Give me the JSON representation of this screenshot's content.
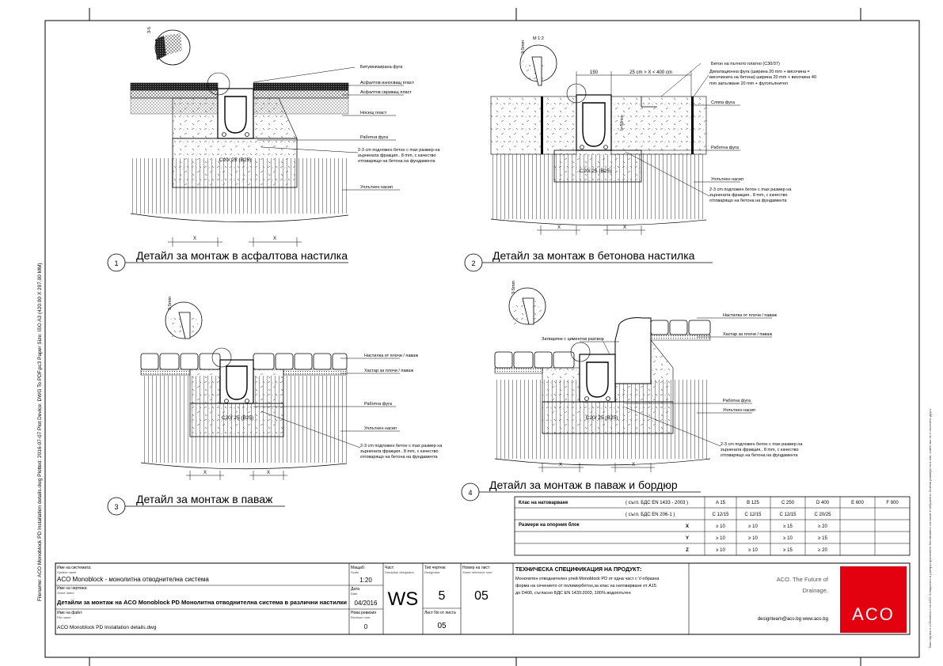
{
  "side_left": "Filename: ACO Monoblock PD Installation details.dwg   Plotted: 2016-07-07   Plot Device: DWG To PDF.pc3   Paper Size: ISO A3 (420.00 X 297.00 MM)",
  "side_right": "Това чертеж е собственост на АКО. Копирането и разпространението без писмено съгласие е забранено. Всички размери са в mm, освен ако не е посочено друго.",
  "details": [
    {
      "num": "1",
      "title": "Детайл за монтаж в асфалтова настилка",
      "concrete": "C20/ 25 (B25)",
      "scale": "3-5",
      "labels": {
        "bitumen": "Битумнизирана фуга",
        "wear": "Асфалтов износващ пласт",
        "bind": "Асфалтов сврзващ пласт",
        "base": "Носещ пласт",
        "joint": "Работна фуга",
        "bed": "2-3 cm подложен бетон с max размер на зърнената фракция.. 8 mm, с качество отговарящо на бетона на фундамента",
        "fill": "Уплътнен насип"
      }
    },
    {
      "num": "2",
      "title": "Детайл за монтаж в бетонова настилка",
      "concrete": "C20/ 25 (B25)",
      "scale": "3-5mm",
      "scale_m": "M 1:2",
      "dim_150": "150",
      "dim_range": "25 cm >  X  < 400 cm",
      "dim_height": "h=50mm",
      "labels": {
        "slab": "Бетон на пътното платно (C30/37)",
        "dil": "Дилатационна фуга (ширина 20 mm + височина = височината на бетона) ширина 20 mm + височина 40 mm запълване 20 mm + фугопълнител",
        "dummy": "Сляпа фуга",
        "joint": "Работна фуга",
        "fill": "Уплътнен насип",
        "bed": "2-3 cm подложен бетон с max размер на зърнената фракция.. 8 mm, с качество отговарящо на бетона на фундамента"
      }
    },
    {
      "num": "3",
      "title": "Детайл за монтаж в паваж",
      "concrete": "C20/ 25 (B25)",
      "scale": "3-5mm",
      "labels": {
        "paver": "Настилка от плочи / паваж",
        "sand": "Хастар за плочи / паваж",
        "joint": "Работна фуга",
        "fill": "Уплътнен насип",
        "bed": "2-3 cm подложен бетон с max размер на зърнената фракция.. 8 mm, с качество отговарящо на бетона на фундамента"
      }
    },
    {
      "num": "4",
      "title": "Детайл за монтаж в паваж и бордюр",
      "concrete": "C20/ 25 (B25)",
      "scale": "3-5mm",
      "labels": {
        "mortar": "Затваряне с циментов разтвор",
        "paver": "Настилка от плочи / паваж",
        "sand": "Хастар за плочи / паваж",
        "joint": "Работна фуга",
        "fill": "Уплътнен насип",
        "bed": "2-3 cm подложен бетон с max размер на зърнената фракция.. 8 mm, с качество отговарящо на бетона на фундамента"
      }
    }
  ],
  "dim_x": "X",
  "table": {
    "row1_label": "Клас на натоварване",
    "row1_std": "( съгл. БДС EN 1433 - 2003 )",
    "classes": [
      "A 15",
      "B 125",
      "C 250",
      "D 400",
      "E 600",
      "F 900"
    ],
    "row2_std": "( съгл. БДС EN 206-1 )",
    "concrete": [
      "C 12/15",
      "C 12/15",
      "C 12/15",
      "C 20/25",
      "",
      ""
    ],
    "dims_label": "Размери на опорния блок",
    "rows": [
      {
        "axis": "X",
        "vals": [
          "≥ 10",
          "≥ 10",
          "≥ 15",
          "≥ 20",
          "",
          ""
        ]
      },
      {
        "axis": "Y",
        "vals": [
          "≥ 10",
          "≥ 10",
          "≥ 10",
          "≥ 15",
          "",
          ""
        ]
      },
      {
        "axis": "Z",
        "vals": [
          "≥ 10",
          "≥ 10",
          "≥ 15",
          "≥ 20",
          "",
          ""
        ]
      }
    ]
  },
  "title_block": {
    "system_label": "Име на системата:",
    "system_label_en": "System name",
    "system_value": "ACO Monoblock - монолитна отводнителна система",
    "sheet_label": "Име на чертежа:",
    "sheet_label_en": "Sheet name",
    "sheet_value": "Детайли за монтаж на ACO Monoblock PD Монолитна отводнителна система в различни настилки",
    "file_label": "Име на файл:",
    "file_label_en": "File name",
    "file_value": "ACO Monoblock PD Installation details.dwg",
    "scale_label": "Мащаб:",
    "scale_label_en": "Scale",
    "scale_value": "1:20",
    "date_label": "Дата",
    "date_label_en": "Date",
    "date_value": "04/2016",
    "rev_label": "Нова ревизия",
    "rev_label_en": "Revision num.",
    "rev_value": "0",
    "part_label": "Част:",
    "part_label_en": "Discipline designator",
    "part_value": "WS",
    "type_label": "Тип чертеж:",
    "type_label_en": "Designator",
    "type_value": "5",
    "count_label": "Лист No от листа",
    "count_value": "05",
    "sheetno_label": "Номер на лист:",
    "sheetno_label_en": "Sheet reference num.",
    "sheetno_value": "05",
    "spec_title": "ТЕХНИЧЕСКА СПЕЦИФИКАЦИЯ НА ПРОДУКТ:",
    "spec_text": [
      "Монолитен отводнителен улей Monoblock PD от една част  с V-образна",
      "форма на сечението от полимербетон,за клас на натоварване от A15",
      "до D400, съгласно БДС EN 1433:2003, 100% водоплътен"
    ],
    "brand_tag1": "ACO. The Future of",
    "brand_tag2": "Drainage.",
    "contact": "designteam@aco.bg  www.aco.bg",
    "logo": "ACO",
    "logo_color": "#e3000f"
  }
}
